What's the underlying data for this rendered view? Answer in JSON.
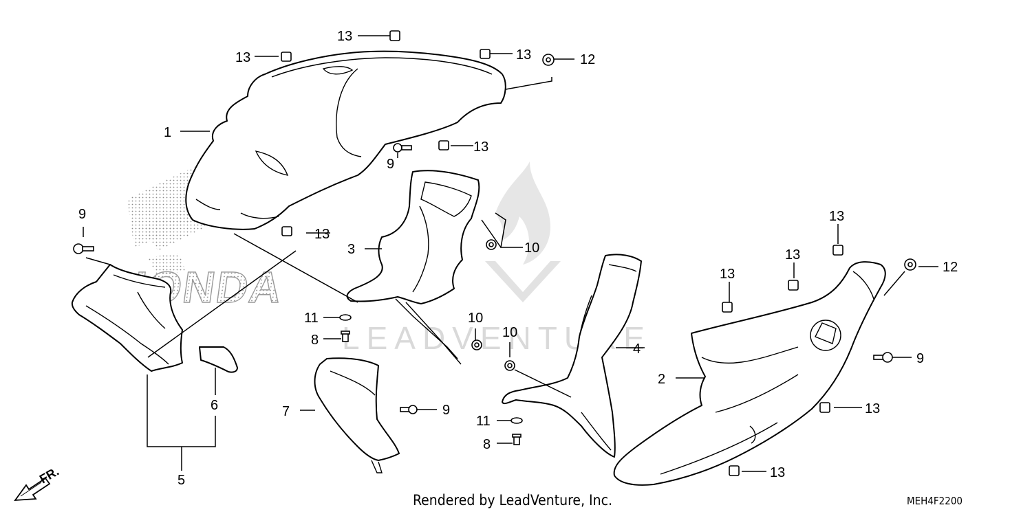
{
  "diagram": {
    "callouts": [
      {
        "id": "c1",
        "label": "1"
      },
      {
        "id": "c2",
        "label": "2"
      },
      {
        "id": "c3",
        "label": "3"
      },
      {
        "id": "c4",
        "label": "4"
      },
      {
        "id": "c5",
        "label": "5"
      },
      {
        "id": "c6",
        "label": "6"
      },
      {
        "id": "c7",
        "label": "7"
      },
      {
        "id": "c8a",
        "label": "8"
      },
      {
        "id": "c8b",
        "label": "8"
      },
      {
        "id": "c9a",
        "label": "9"
      },
      {
        "id": "c9b",
        "label": "9"
      },
      {
        "id": "c9c",
        "label": "9"
      },
      {
        "id": "c9d",
        "label": "9"
      },
      {
        "id": "c10a",
        "label": "10"
      },
      {
        "id": "c10b",
        "label": "10"
      },
      {
        "id": "c10c",
        "label": "10"
      },
      {
        "id": "c11a",
        "label": "11"
      },
      {
        "id": "c11b",
        "label": "11"
      },
      {
        "id": "c12a",
        "label": "12"
      },
      {
        "id": "c12b",
        "label": "12"
      },
      {
        "id": "c13a",
        "label": "13"
      },
      {
        "id": "c13b",
        "label": "13"
      },
      {
        "id": "c13c",
        "label": "13"
      },
      {
        "id": "c13d",
        "label": "13"
      },
      {
        "id": "c13e",
        "label": "13"
      },
      {
        "id": "c13f",
        "label": "13"
      },
      {
        "id": "c13g",
        "label": "13"
      },
      {
        "id": "c13h",
        "label": "13"
      },
      {
        "id": "c13i",
        "label": "13"
      },
      {
        "id": "c13j",
        "label": "13"
      }
    ],
    "direction_label": "FR.",
    "watermark_text": "LEADVENTURE",
    "background_logo_text": "HONDA"
  },
  "footer": {
    "credit": "Rendered by LeadVenture, Inc.",
    "diagram_code": "MEH4F2200"
  },
  "colors": {
    "line": "#000000",
    "background": "#ffffff",
    "watermark": "#d9d9d9",
    "logo_dots": "#8a8a8a"
  }
}
